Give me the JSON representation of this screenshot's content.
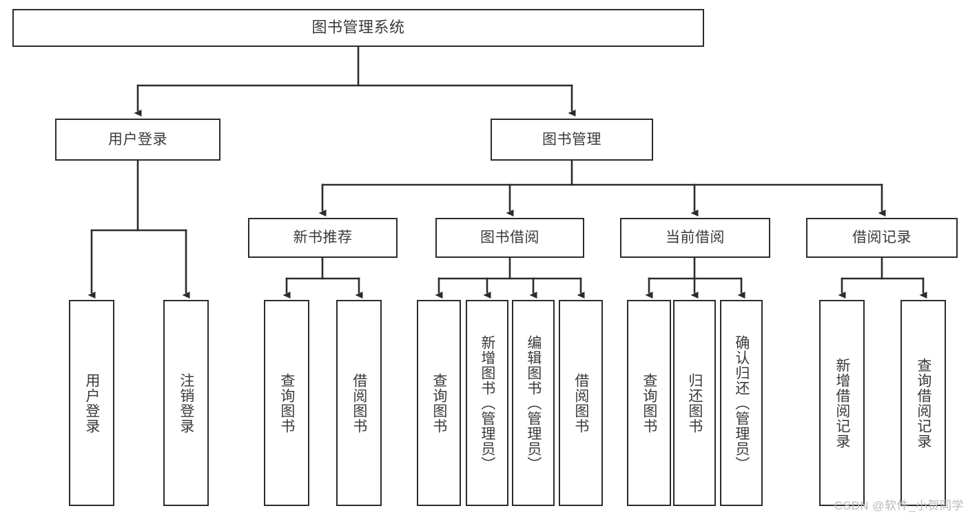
{
  "diagram": {
    "title": "图书管理系统",
    "type": "tree-hierarchy-diagram",
    "colors": {
      "box_border": "#2b2b2b",
      "box_fill": "#ffffff",
      "text": "#3a3a3a",
      "edge": "#2b2b2b",
      "watermark": "#b9b9b9",
      "background": "#ffffff"
    },
    "nodes": {
      "root": {
        "label": "图书管理系统"
      },
      "level2": [
        {
          "id": "user-login",
          "label": "用户登录"
        },
        {
          "id": "book-management",
          "label": "图书管理"
        }
      ],
      "level3": [
        {
          "id": "new-book-recommend",
          "label": "新书推荐"
        },
        {
          "id": "book-borrow",
          "label": "图书借阅"
        },
        {
          "id": "current-borrow",
          "label": "当前借阅"
        },
        {
          "id": "borrow-record",
          "label": "借阅记录"
        }
      ],
      "leaves": {
        "user_login": [
          {
            "id": "leaf-user-login",
            "label": "用户登录"
          },
          {
            "id": "leaf-logout-login",
            "label": "注销登录"
          }
        ],
        "new_book_recommend": [
          {
            "id": "leaf-query-book-1",
            "label": "查询图书"
          },
          {
            "id": "leaf-borrow-book-1",
            "label": "借阅图书"
          }
        ],
        "book_borrow": [
          {
            "id": "leaf-query-book-2",
            "label": "查询图书"
          },
          {
            "id": "leaf-add-book",
            "label": "新增图书（管理员）"
          },
          {
            "id": "leaf-edit-book",
            "label": "编辑图书（管理员）"
          },
          {
            "id": "leaf-borrow-book-2",
            "label": "借阅图书"
          }
        ],
        "current_borrow": [
          {
            "id": "leaf-query-book-3",
            "label": "查询图书"
          },
          {
            "id": "leaf-return-book",
            "label": "归还图书"
          },
          {
            "id": "leaf-confirm-return",
            "label": "确认归还（管理员）"
          }
        ],
        "borrow_record": [
          {
            "id": "leaf-add-borrow-record",
            "label": "新增借阅记录"
          },
          {
            "id": "leaf-query-borrow-record",
            "label": "查询借阅记录"
          }
        ]
      }
    },
    "watermark": "CSDN @软件_小贺同学"
  }
}
